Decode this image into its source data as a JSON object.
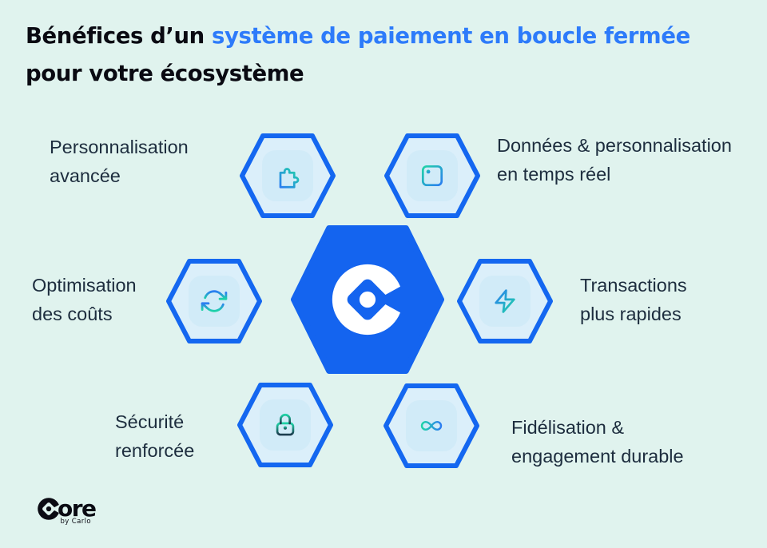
{
  "title": {
    "line1_prefix": "Bénéfices d’un ",
    "line1_highlight": "système de paiement en boucle fermée",
    "line2": "pour votre écosystème"
  },
  "benefits": [
    {
      "icon": "puzzle-icon",
      "line1": "Personnalisation",
      "line2": "avancée"
    },
    {
      "icon": "dashboard-icon",
      "line1": "Données & personnalisation",
      "line2": "en temps réel"
    },
    {
      "icon": "refresh-icon",
      "line1": "Optimisation",
      "line2": "des coûts"
    },
    {
      "icon": "lightning-icon",
      "line1": "Transactions",
      "line2": "plus rapides"
    },
    {
      "icon": "lock-icon",
      "line1": "Sécurité",
      "line2": "renforcée"
    },
    {
      "icon": "infinity-icon",
      "line1": "Fidélisation &",
      "line2": "engagement durable"
    }
  ],
  "center": {
    "logo": "core-c-mark"
  },
  "footer_logo": {
    "brand": "Core",
    "brand_rest": "ore",
    "tagline": "by Carlo"
  },
  "colors": {
    "background": "#e0f3ee",
    "hex_border": "#1467f0",
    "hex_fill": "#dbeffa",
    "center_hex": "#1464ef",
    "title_text": "#0a0a12",
    "title_highlight": "#2d7bfa",
    "label_text": "#1d2d3e",
    "icon_teal": "#1fd4a7",
    "icon_blue": "#2b7df2"
  }
}
